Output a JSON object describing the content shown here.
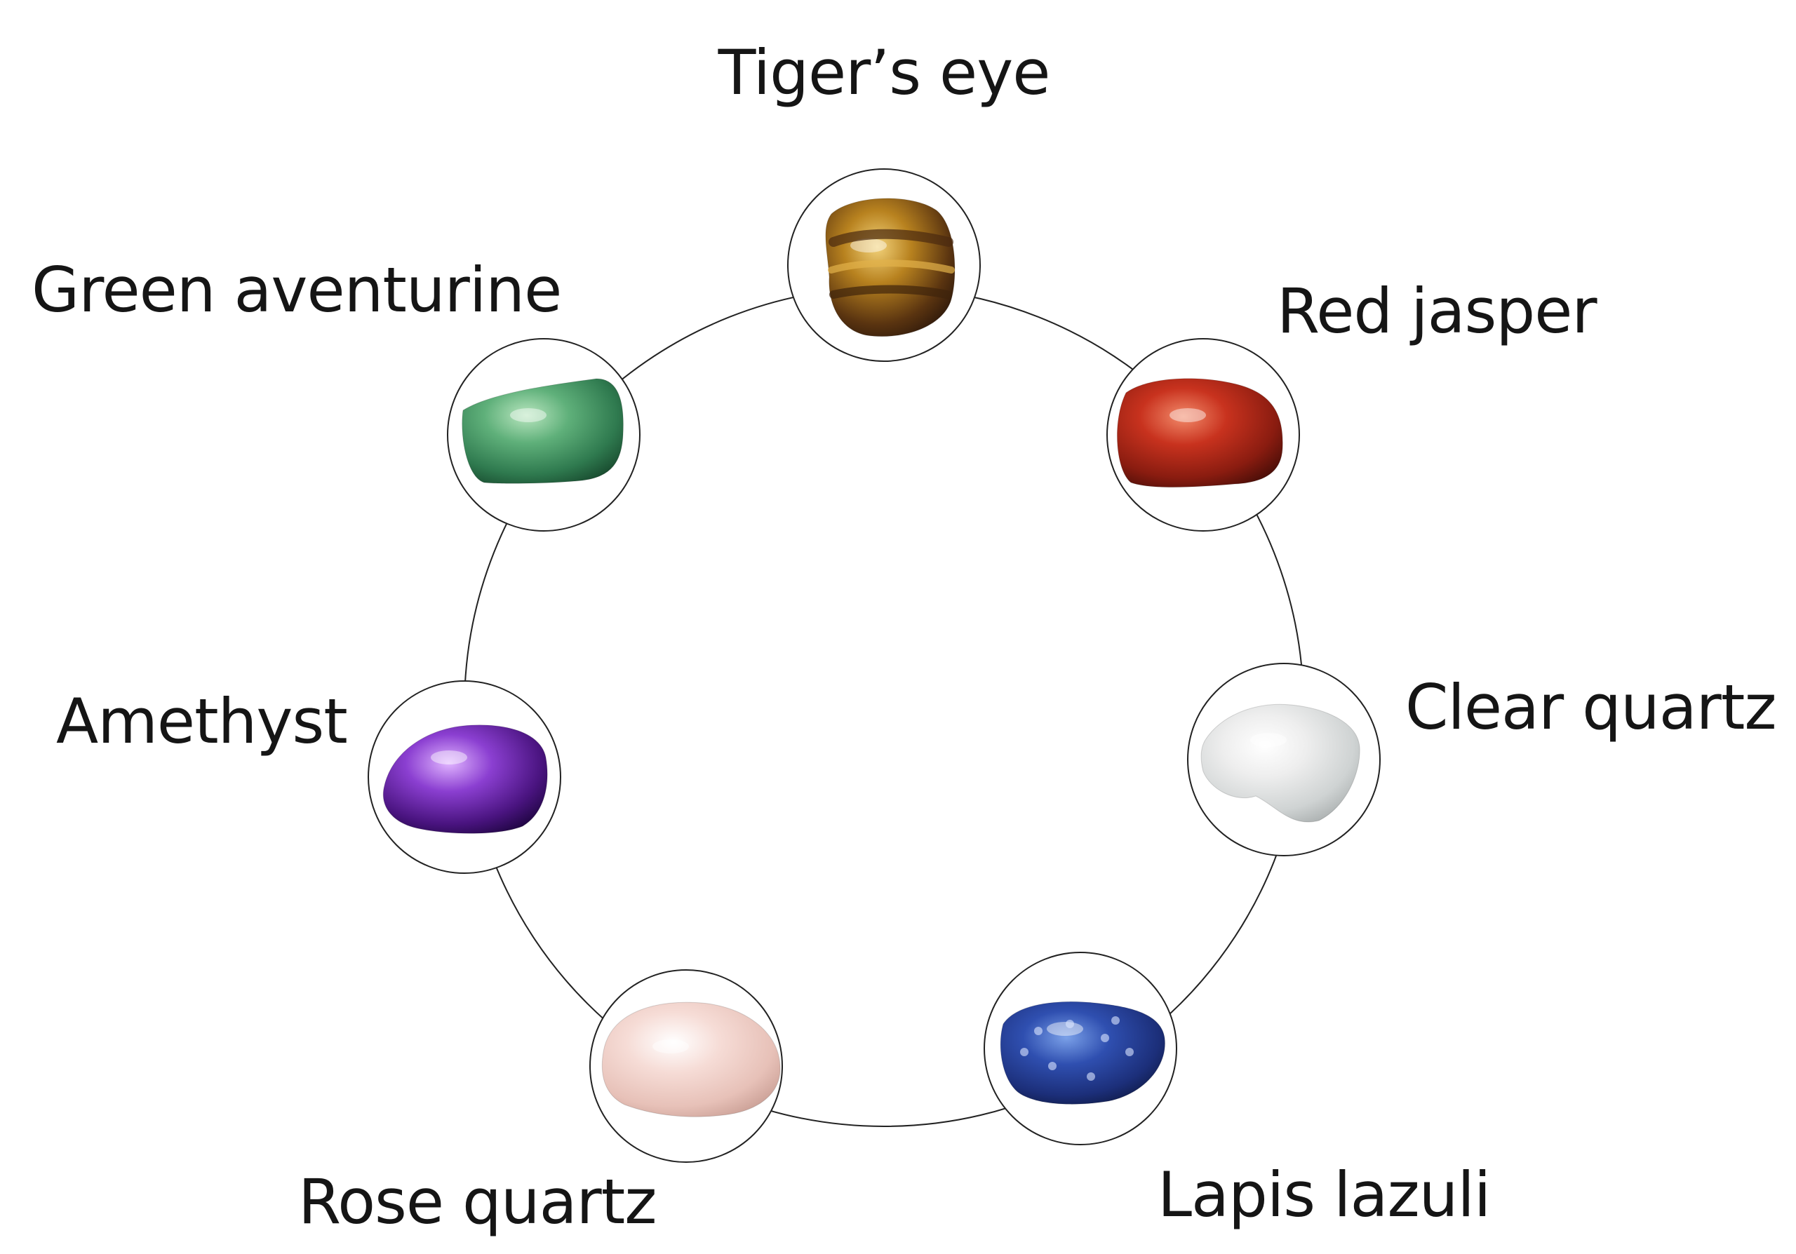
{
  "diagram": {
    "stones": [
      {
        "id": "tigers-eye",
        "label": "Tiger’s eye",
        "colors": [
          "#f2d27a",
          "#b8821f",
          "#5a3410",
          "#2a160a"
        ]
      },
      {
        "id": "red-jasper",
        "label": "Red jasper",
        "colors": [
          "#f28a6a",
          "#c8321e",
          "#8a1c10",
          "#4a0e08"
        ]
      },
      {
        "id": "clear-quartz",
        "label": "Clear quartz",
        "colors": [
          "#ffffff",
          "#eeeeee",
          "#cfd3d3",
          "#a9aeae"
        ]
      },
      {
        "id": "lapis-lazuli",
        "label": "Lapis lazuli",
        "colors": [
          "#7aa0e8",
          "#2f4fb0",
          "#1c2f7a",
          "#0e1840"
        ]
      },
      {
        "id": "rose-quartz",
        "label": "Rose quartz",
        "colors": [
          "#ffffff",
          "#f6dcd6",
          "#e7c1b8",
          "#c99e94"
        ]
      },
      {
        "id": "amethyst",
        "label": "Amethyst",
        "colors": [
          "#e0b4ff",
          "#8b3fd1",
          "#4a1480",
          "#1e0540"
        ]
      },
      {
        "id": "green-aventurine",
        "label": "Green aventurine",
        "colors": [
          "#b9e6bf",
          "#5fb07a",
          "#2f7a4f",
          "#184a2e"
        ]
      }
    ]
  }
}
